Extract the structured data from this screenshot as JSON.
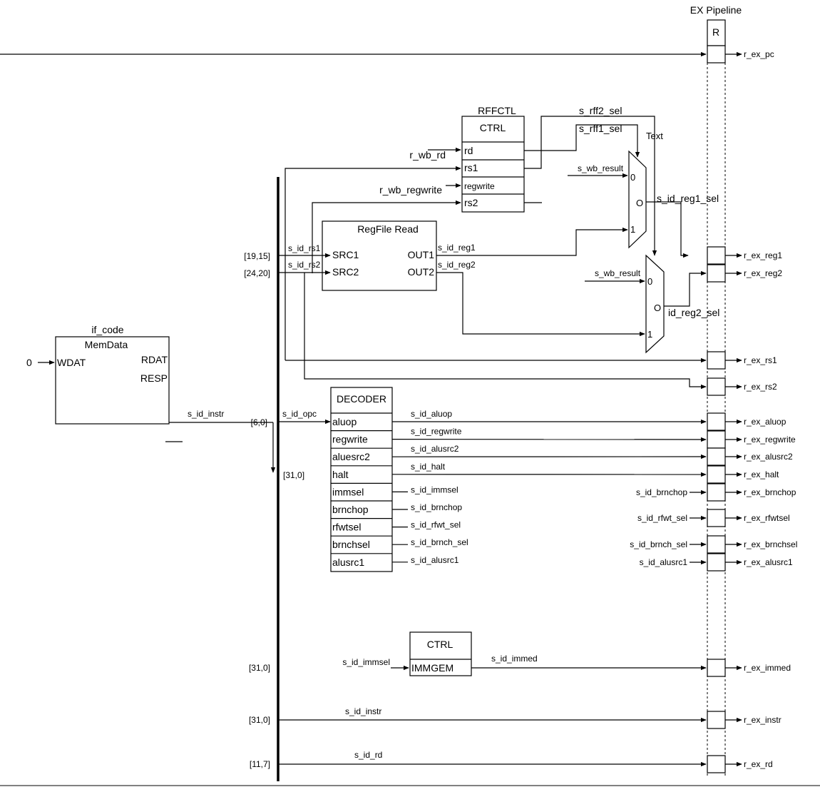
{
  "pipeline": {
    "title": "EX Pipeline",
    "header": "R",
    "outputs": [
      "r_ex_pc",
      "r_ex_reg1",
      "r_ex_reg2",
      "r_ex_rs1",
      "r_ex_rs2",
      "r_ex_aluop",
      "r_ex_regwrite",
      "r_ex_alusrc2",
      "r_ex_halt",
      "r_ex_brnchop",
      "r_ex_rfwtsel",
      "r_ex_brnchsel",
      "r_ex_alusrc1",
      "r_ex_immed",
      "r_ex_instr",
      "r_ex_rd"
    ]
  },
  "rffctl": {
    "title": "RFFCTL",
    "header": "CTRL",
    "ports": [
      "rd",
      "rs1",
      "regwrite",
      "rs2"
    ],
    "in_rd": "r_wb_rd",
    "in_regwrite": "r_wb_regwrite",
    "out_sel2": "s_rff2_sel",
    "out_sel1": "s_rff1_sel",
    "note": "Text"
  },
  "regfile": {
    "title": "RegFile Read",
    "in1": "SRC1",
    "in2": "SRC2",
    "out1": "OUT1",
    "out2": "OUT2",
    "sig_rs1": "s_id_rs1",
    "sig_rs2": "s_id_rs2",
    "sig_reg1": "s_id_reg1",
    "sig_reg2": "s_id_reg2"
  },
  "mux1": {
    "in0": "0",
    "in1": "1",
    "out": "O",
    "wb": "s_wb_result",
    "sel": "s_id_reg1_sel"
  },
  "mux2": {
    "in0": "0",
    "in1": "1",
    "out": "O",
    "wb": "s_wb_result",
    "sel": "id_reg2_sel"
  },
  "memdata": {
    "title": "if_code",
    "header": "MemData",
    "wdat": "WDAT",
    "rdat": "RDAT",
    "resp": "RESP",
    "wdat_in": "0",
    "instr": "s_id_instr"
  },
  "bus": {
    "slices": [
      "[19,15]",
      "[24,20]",
      "[6,0]",
      "[31,0]",
      "[31,0]",
      "[31,0]",
      "[11,7]"
    ],
    "opc": "s_id_opc"
  },
  "decoder": {
    "title": "DECODER",
    "ports": [
      "aluop",
      "regwrite",
      "aluesrc2",
      "halt",
      "immsel",
      "brnchop",
      "rfwtsel",
      "brnchsel",
      "alusrc1"
    ],
    "signals": [
      "s_id_aluop",
      "s_id_regwrite",
      "s_id_alusrc2",
      "s_id_halt",
      "s_id_immsel",
      "s_id_brnchop",
      "s_id_rfwt_sel",
      "s_id_brnch_sel",
      "s_id_alusrc1"
    ]
  },
  "right_inputs": [
    "s_id_brnchop",
    "s_id_rfwt_sel",
    "s_id_brnch_sel",
    "s_id_alusrc1"
  ],
  "immgen": {
    "header": "CTRL",
    "port": "IMMGEM",
    "in": "s_id_immsel",
    "out": "s_id_immed"
  },
  "bottom_signals": {
    "instr": "s_id_instr",
    "rd": "s_id_rd"
  }
}
